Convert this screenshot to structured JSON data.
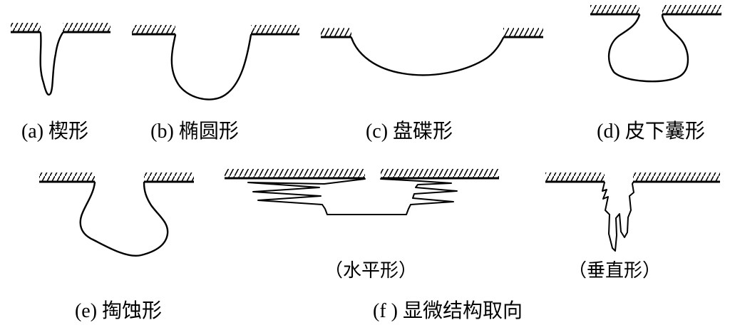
{
  "diagram": {
    "description": "pit-shape-classification-diagram",
    "colors": {
      "ink": "#000000",
      "background": "#ffffff"
    }
  },
  "figures": [
    {
      "id": "a",
      "name": "wedge-shape",
      "label": "(a) 楔形"
    },
    {
      "id": "b",
      "name": "elliptical-shape",
      "label": "(b) 椭圆形"
    },
    {
      "id": "c",
      "name": "dish-saucer-shape",
      "label": "(c) 盘碟形"
    },
    {
      "id": "d",
      "name": "subsurface-sac-shape",
      "label": "(d) 皮下囊形"
    },
    {
      "id": "e",
      "name": "undercut-shape",
      "label": "(e) 掏蚀形"
    },
    {
      "id": "f",
      "name": "microstructure-orientation",
      "label": "(f ) 显微结构取向",
      "sublabels": [
        "（水平形）",
        "（垂直形）"
      ]
    }
  ]
}
